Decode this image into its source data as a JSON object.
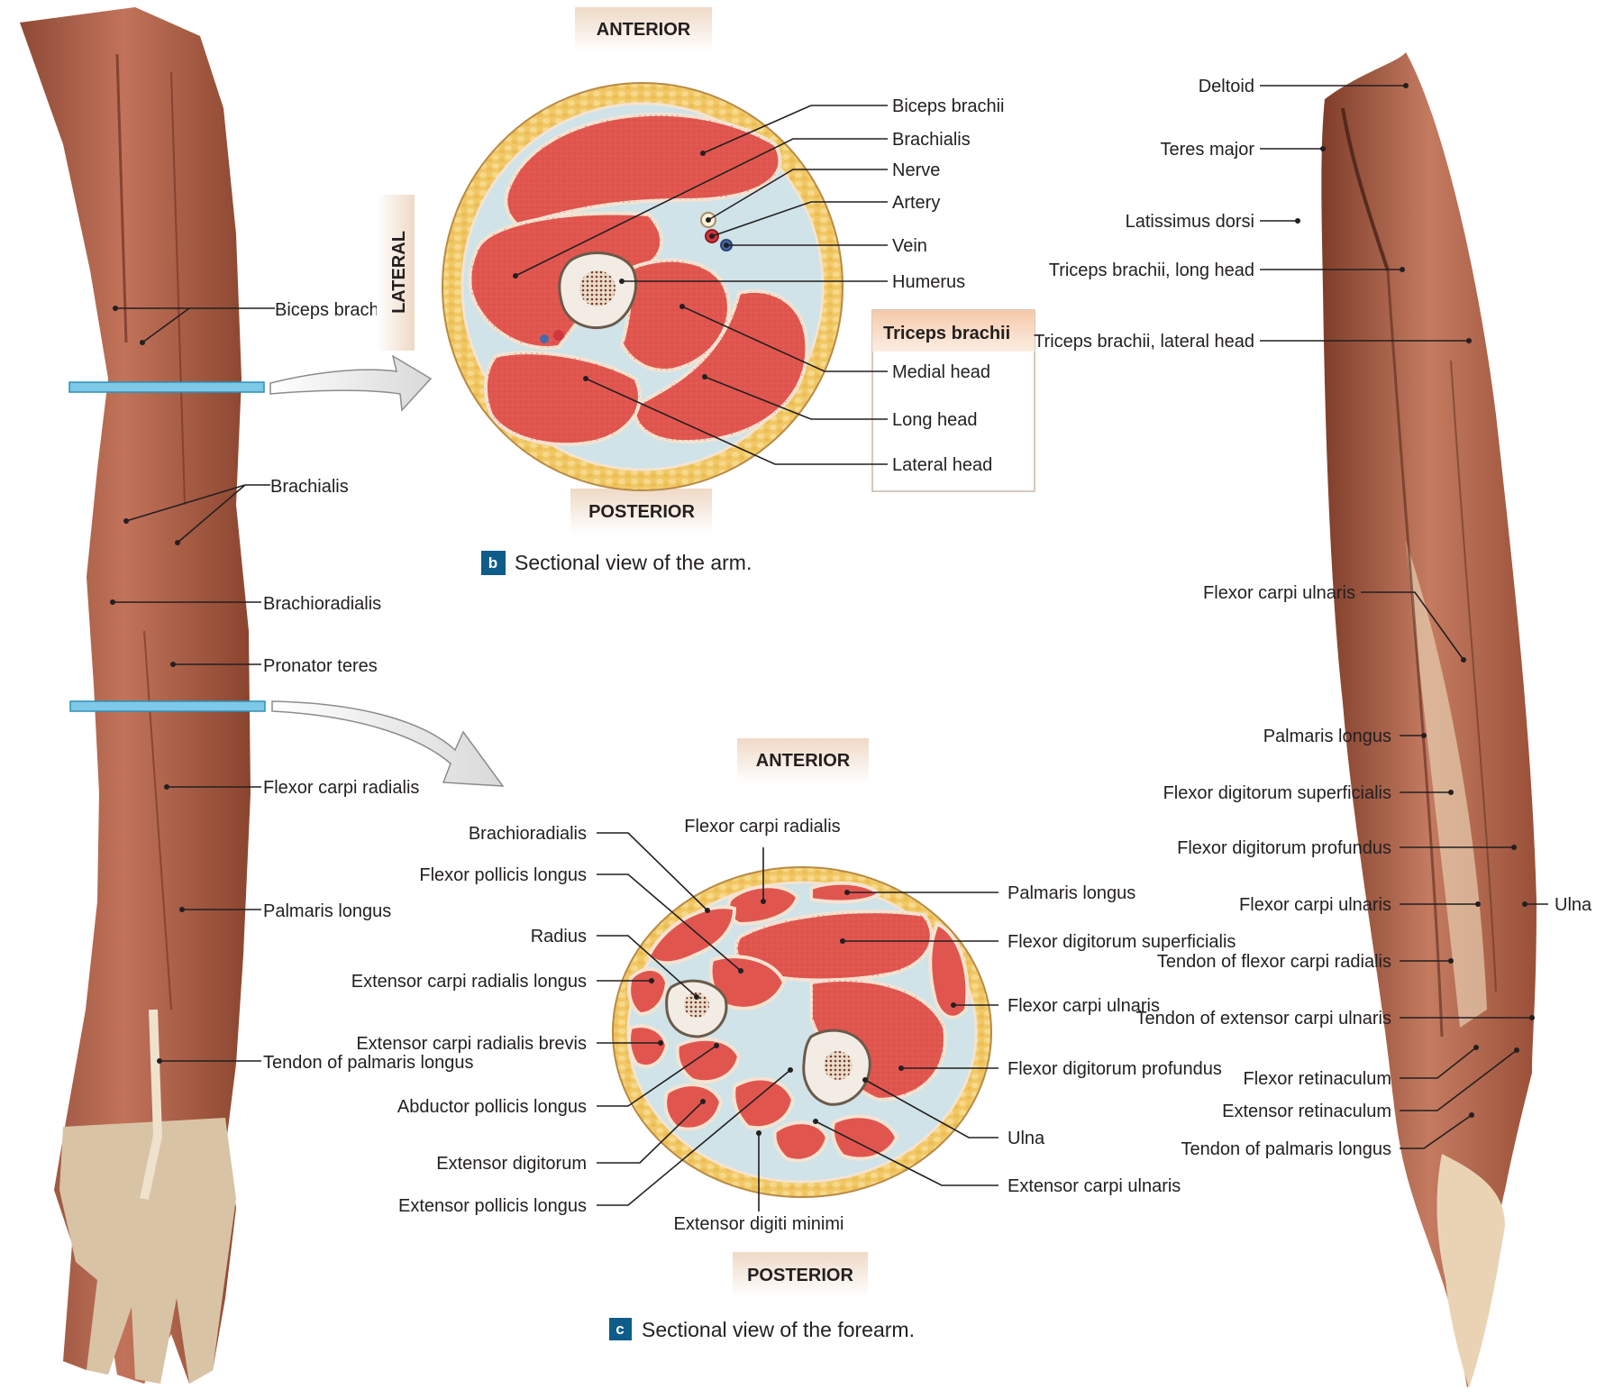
{
  "left_arm": {
    "labels": [
      "Biceps brachii",
      "Brachialis",
      "Brachioradialis",
      "Pronator teres",
      "Flexor carpi radialis",
      "Palmaris longus",
      "Tendon of palmaris longus"
    ]
  },
  "arm_section": {
    "anterior": "ANTERIOR",
    "posterior": "POSTERIOR",
    "lateral": "LATERAL",
    "labels": [
      "Biceps brachii",
      "Brachialis",
      "Nerve",
      "Artery",
      "Vein",
      "Humerus"
    ],
    "triceps_box": {
      "title": "Triceps brachii",
      "items": [
        "Medial head",
        "Long head",
        "Lateral head"
      ]
    },
    "caption_letter": "b",
    "caption": "Sectional view of the arm."
  },
  "forearm_section": {
    "anterior": "ANTERIOR",
    "posterior": "POSTERIOR",
    "top_label": "Flexor carpi radialis",
    "left_labels": [
      "Brachioradialis",
      "Flexor pollicis longus",
      "Radius",
      "Extensor carpi radialis longus",
      "Extensor carpi radialis brevis",
      "Abductor pollicis longus",
      "Extensor digitorum",
      "Extensor pollicis longus"
    ],
    "right_labels": [
      "Palmaris longus",
      "Flexor digitorum superficialis",
      "Flexor carpi ulnaris",
      "Flexor digitorum profundus",
      "Ulna",
      "Extensor carpi ulnaris"
    ],
    "bottom_label": "Extensor digiti minimi",
    "caption_letter": "c",
    "caption": "Sectional view of the forearm."
  },
  "right_arm": {
    "labels": [
      "Deltoid",
      "Teres major",
      "Latissimus dorsi",
      "Triceps brachii, long head",
      "Triceps brachii, lateral head",
      "Flexor carpi ulnaris",
      "Palmaris longus",
      "Flexor digitorum superficialis",
      "Flexor digitorum profundus",
      "Flexor carpi ulnaris",
      "Tendon of flexor carpi radialis",
      "Tendon of extensor carpi ulnaris",
      "Flexor retinaculum",
      "Extensor retinaculum",
      "Tendon of palmaris longus"
    ],
    "ulna_label": "Ulna"
  },
  "colors": {
    "muscle": "#e0564f",
    "fascia": "#f4e3d2",
    "fat": "#f1c866",
    "bone": "#f2ece4",
    "cadaver": "#b8644a",
    "badge": "#0d5c8a",
    "plane": "#7ec8e8",
    "orientation_bg": "#f6e8dc"
  }
}
